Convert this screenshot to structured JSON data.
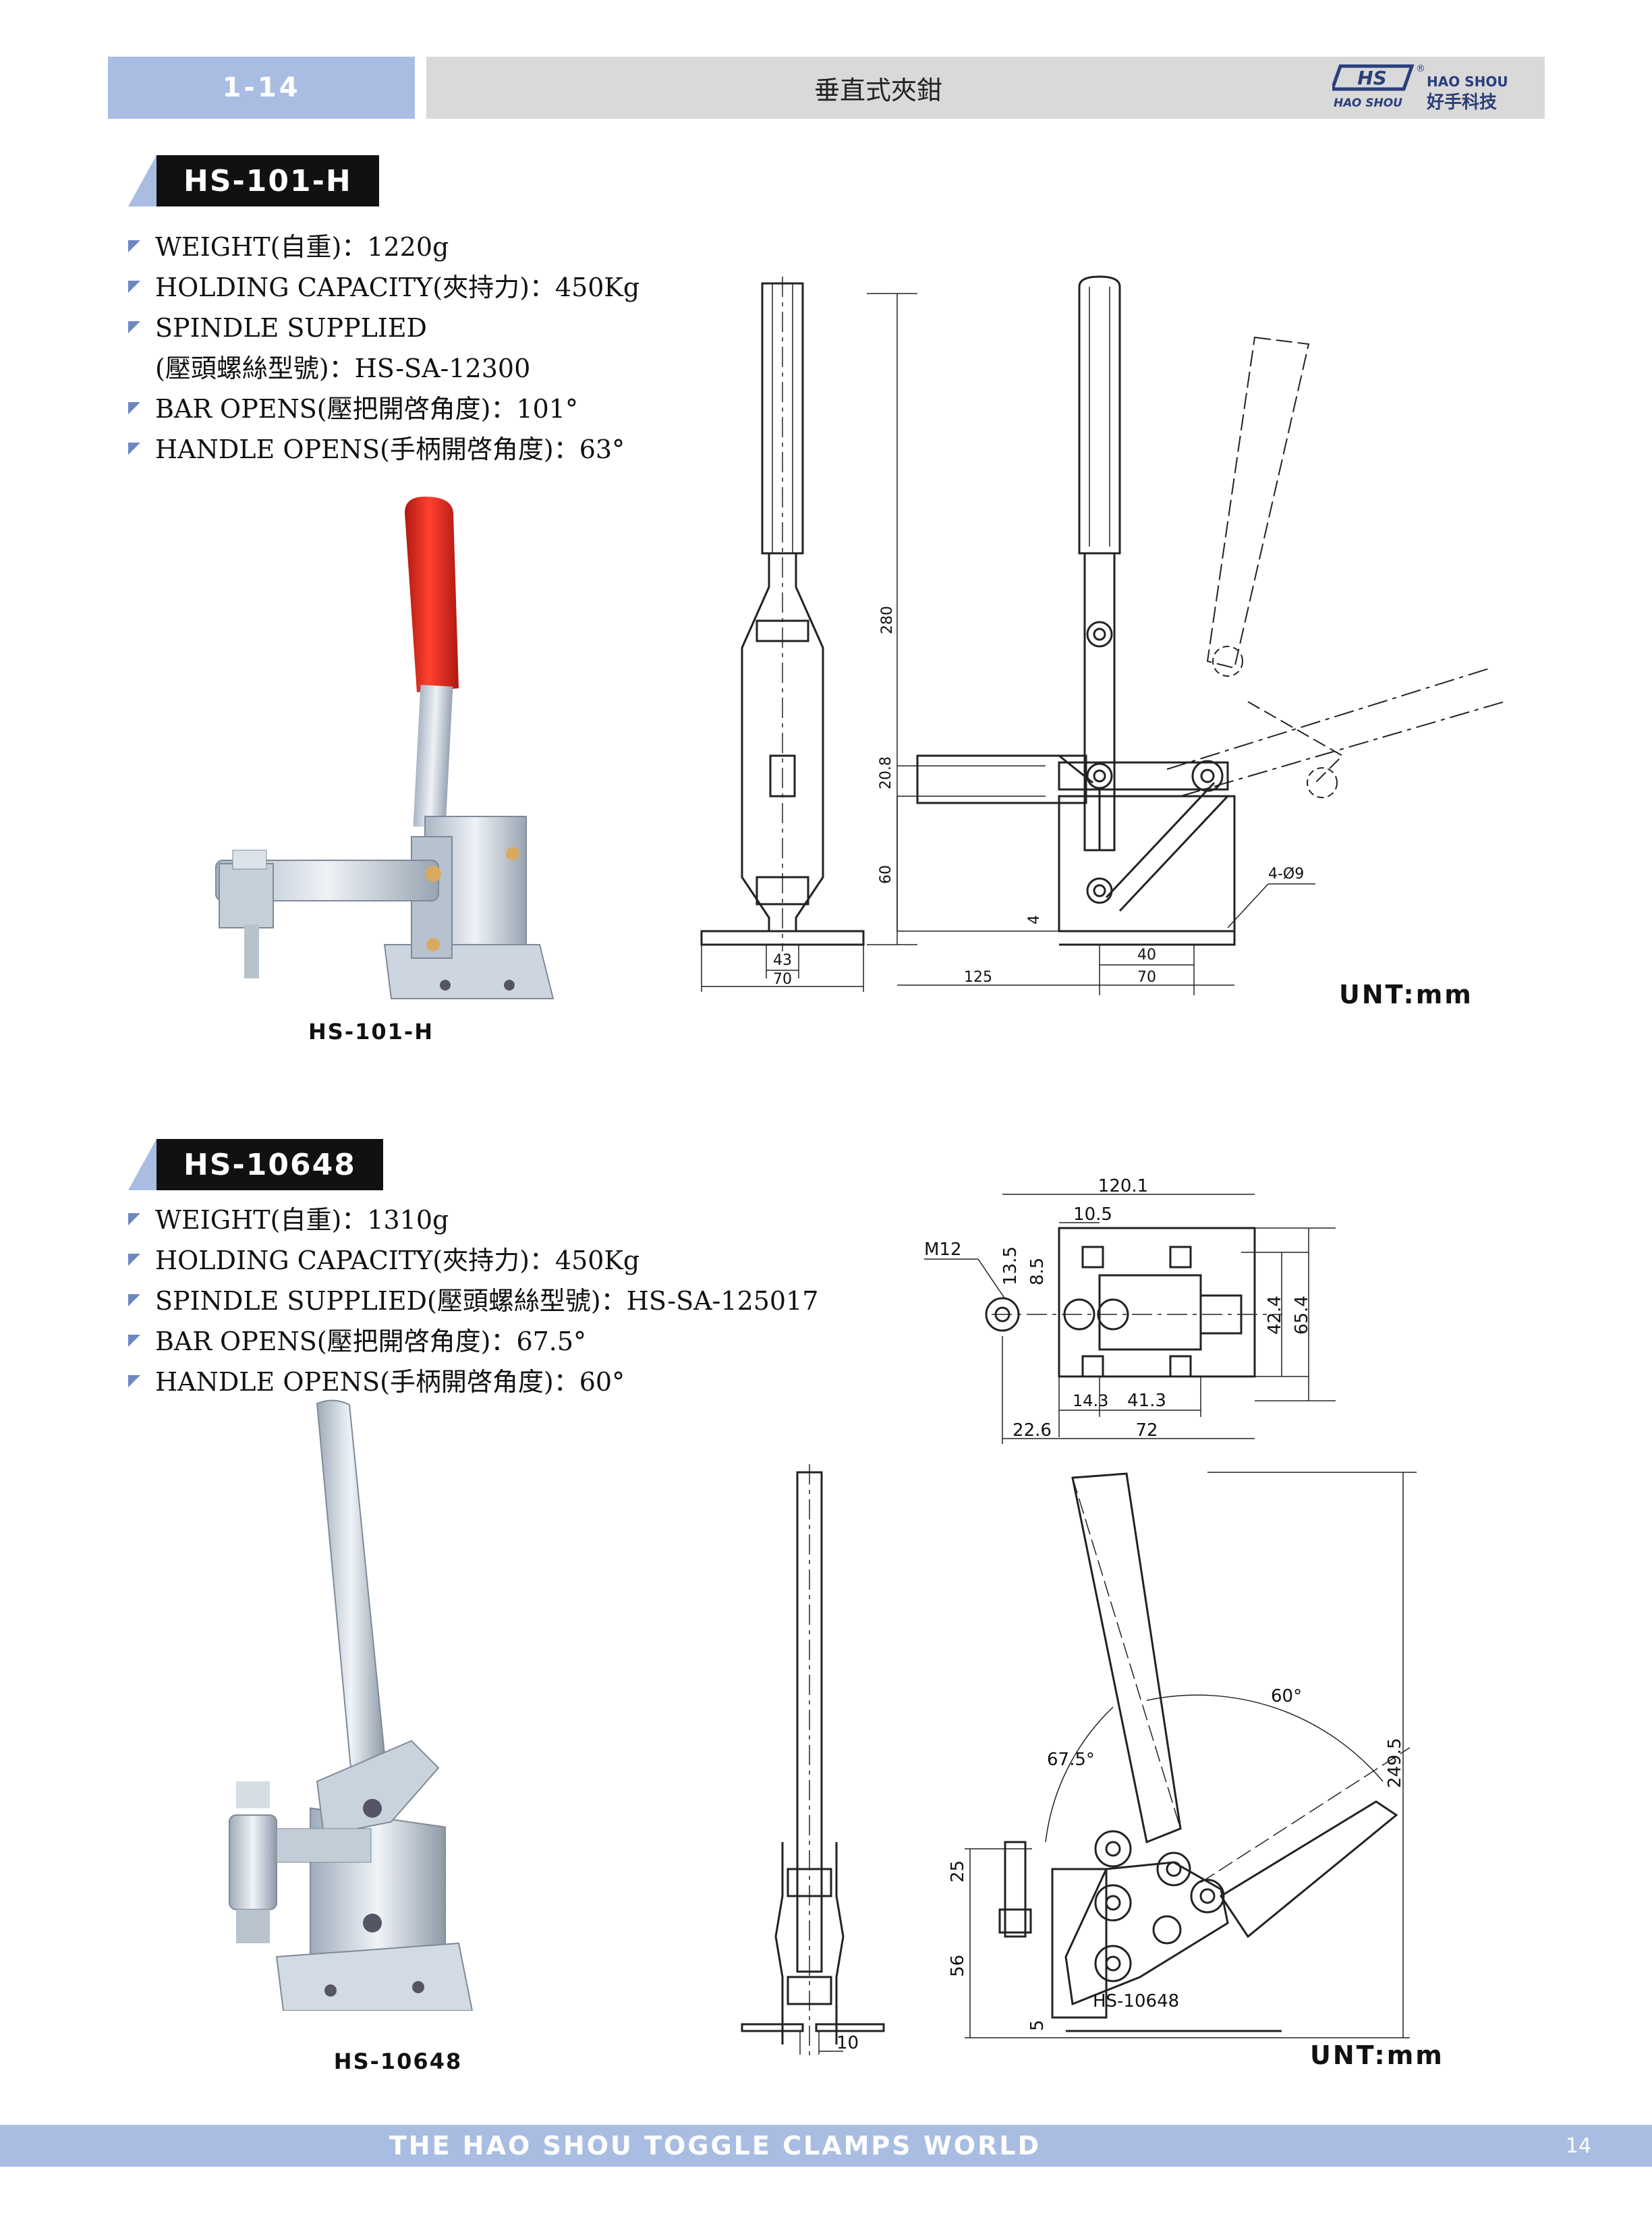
{
  "header": {
    "page_label": "1-14",
    "title": "垂直式夾鉗",
    "logo": {
      "mark": "HS",
      "brand_en": "HAO SHOU",
      "brand_en_small": "HAO SHOU",
      "brand_cn": "好手科技",
      "registered": "®"
    }
  },
  "products": [
    {
      "model": "HS-101-H",
      "specs": [
        "WEIGHT(自重)：1220g",
        "HOLDING CAPACITY(夾持力)：450Kg",
        "SPINDLE SUPPLIED",
        "(壓頭螺絲型號)：HS-SA-12300",
        "BAR OPENS(壓把開啓角度)：101°",
        "HANDLE OPENS(手柄開啓角度)：63°"
      ],
      "photo_caption": "HS-101-H",
      "dims": {
        "height": "280",
        "d20_8": "20.8",
        "d60": "60",
        "d43": "43",
        "d70a": "70",
        "d125": "125",
        "d4": "4",
        "d40": "40",
        "d70b": "70",
        "holes": "4-Ø9"
      },
      "unit": "UNT:mm"
    },
    {
      "model": "HS-10648",
      "specs": [
        "WEIGHT(自重)：1310g",
        "HOLDING CAPACITY(夾持力)：450Kg",
        "SPINDLE SUPPLIED(壓頭螺絲型號)：HS-SA-125017",
        "BAR OPENS(壓把開啓角度)：67.5°",
        "HANDLE OPENS(手柄開啓角度)：60°"
      ],
      "photo_caption": "HS-10648",
      "dims": {
        "d120_1": "120.1",
        "d10_5": "10.5",
        "m12": "M12",
        "d13_5": "13.5",
        "d8_5": "8.5",
        "d42_4": "42.4",
        "d65_4": "65.4",
        "d14_3": "14.3",
        "d41_3": "41.3",
        "d22_6": "22.6",
        "d72": "72",
        "d10": "10",
        "d25": "25",
        "d56": "56",
        "d5": "5",
        "a67_5": "67.5°",
        "a60": "60°",
        "h249_5": "249.5",
        "label": "HS-10648"
      },
      "unit": "UNT:mm"
    }
  ],
  "footer": {
    "text": "THE HAO SHOU TOGGLE CLAMPS WORLD",
    "page_number": "14"
  },
  "colors": {
    "accent": "#a9bde3",
    "grip_red": "#e8281c",
    "marker_blue": "#6d86c4",
    "steel": "#c9d3de"
  }
}
